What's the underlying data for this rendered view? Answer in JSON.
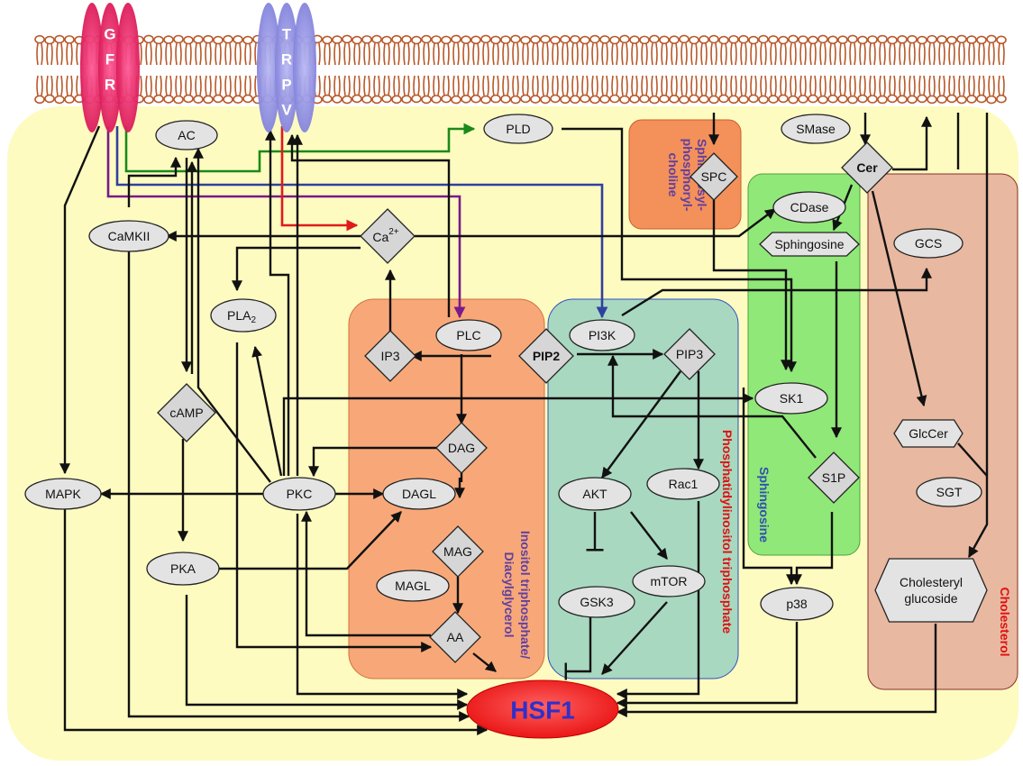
{
  "receptors": {
    "gfr": {
      "letters": [
        "G",
        "F",
        "R"
      ],
      "color": "#e0145a"
    },
    "trpv": {
      "letters": [
        "T",
        "R",
        "P",
        "V"
      ],
      "color": "#8f8fe0"
    }
  },
  "regions": {
    "sphingosylphosphorylcholine": {
      "lines": [
        "Sphingosyl-",
        "phosphoryl-",
        "choline"
      ],
      "color": "#f4905a"
    },
    "inositol": {
      "lines": [
        "Inositol triphosphate/",
        "Diacylglycerol"
      ],
      "color": "#f8a878"
    },
    "phosphatidylinositol": {
      "lines": [
        "Phosphatidylinositol triphosphate"
      ],
      "color": "#a8d8c0"
    },
    "sphingosine": {
      "lines": [
        "Sphingosine"
      ],
      "color": "#90e878"
    },
    "cholesterol": {
      "lines": [
        "Cholesterol"
      ],
      "color": "#e8b8a0"
    }
  },
  "nodes": {
    "AC": "AC",
    "PLD": "PLD",
    "SMase": "SMase",
    "Cer": "Cer",
    "SPC": "SPC",
    "CaMKII": "CaMKII",
    "Ca": "Ca",
    "Ca_sup": "2+",
    "CDase": "CDase",
    "Sphingosine": "Sphingosine",
    "GCS": "GCS",
    "PLA": "PLA",
    "PLA_sub": "2",
    "IP3": "IP3",
    "PLC": "PLC",
    "PIP2": "PIP2",
    "PI3K": "PI3K",
    "PIP3": "PIP3",
    "SK1": "SK1",
    "cAMP": "cAMP",
    "DAG": "DAG",
    "GlcCer": "GlcCer",
    "MAPK": "MAPK",
    "PKC": "PKC",
    "DAGL": "DAGL",
    "AKT": "AKT",
    "Rac1": "Rac1",
    "S1P": "S1P",
    "SGT": "SGT",
    "MAG": "MAG",
    "PKA": "PKA",
    "GSK3": "GSK3",
    "mTOR": "mTOR",
    "MAGL": "MAGL",
    "p38": "p38",
    "Cholesteryl_glucoside": [
      "Cholesteryl",
      "glucoside"
    ],
    "AA": "AA",
    "HSF1": "HSF1"
  },
  "colors": {
    "cytoplasm": "#fdfbc0",
    "membrane": "#b8582a",
    "hsf1": "#ff1a1a",
    "hsf1_text": "#3030c8",
    "pip2": "#7cc63a",
    "cer": "#f79a1e",
    "arrow_green": "#1a8a1a",
    "arrow_purple": "#7a1a8a",
    "arrow_blue": "#3040a0",
    "arrow_red": "#e01a1a",
    "label_purple": "#6040a0",
    "label_red": "#e01010",
    "label_blue": "#3050b0"
  }
}
